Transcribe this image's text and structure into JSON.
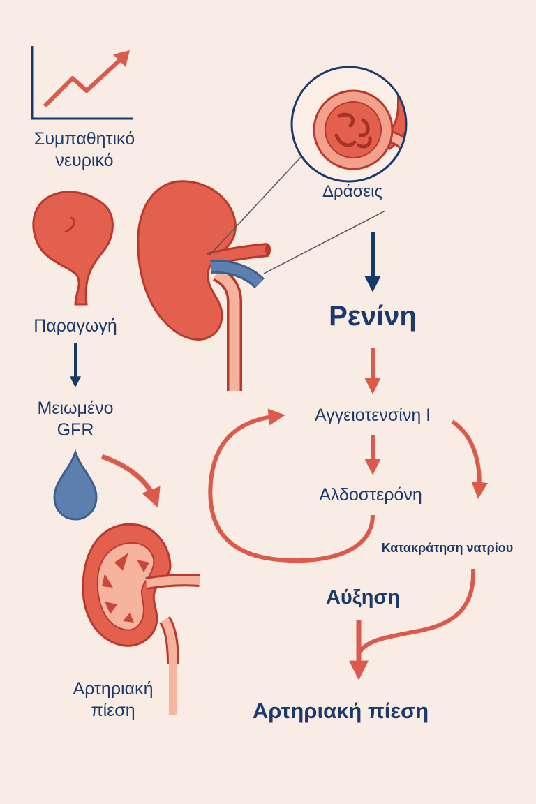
{
  "colors": {
    "background": "#f9ece4",
    "kidney": "#e35f4e",
    "kidney_dark": "#b83a2d",
    "kidney_light": "#f6b39e",
    "arrow_red": "#dc5a4c",
    "arrow_navy": "#143a66",
    "vein_blue": "#5d7fae",
    "text": "#1b3a6b"
  },
  "labels": {
    "sympathetic_line1": "Συμπαθητικό",
    "sympathetic_line2": "νευρικό",
    "production": "Παραγωγή",
    "reduced_line1": "Μειωμένο",
    "reduced_line2": "GFR",
    "actions": "Δράσεις",
    "renin": "Ρενίνη",
    "angiotensin": "Αγγειοτενσίνη I",
    "aldosterone": "Αλδοστερόνη",
    "sodium_retention": "Κατακράτηση νατρίου",
    "increase": "Αύξηση",
    "bp_left_line1": "Αρτηριακή",
    "bp_left_line2": "πίεση",
    "bp_bottom": "Αρτηριακή πίεση"
  },
  "icons": {
    "trend": "trend-up-chart-icon",
    "drop": "fluid-drop-icon",
    "glomerulus": "glomerulus-magnifier-icon"
  }
}
